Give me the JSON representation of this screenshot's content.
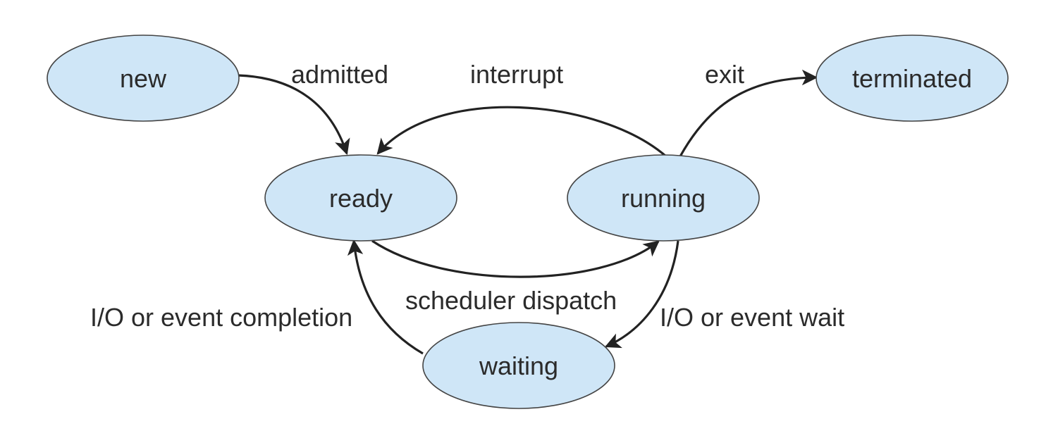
{
  "states": {
    "new": "new",
    "ready": "ready",
    "running": "running",
    "waiting": "waiting",
    "terminated": "terminated"
  },
  "transitions": {
    "admitted": "admitted",
    "interrupt": "interrupt",
    "exit": "exit",
    "scheduler_dispatch": "scheduler dispatch",
    "io_event_completion": "I/O or event completion",
    "io_event_wait": "I/O or event wait"
  },
  "colors": {
    "state_fill": "#cfe6f7",
    "state_stroke": "#444444",
    "arrow": "#222222",
    "text": "#2b2b2b"
  }
}
